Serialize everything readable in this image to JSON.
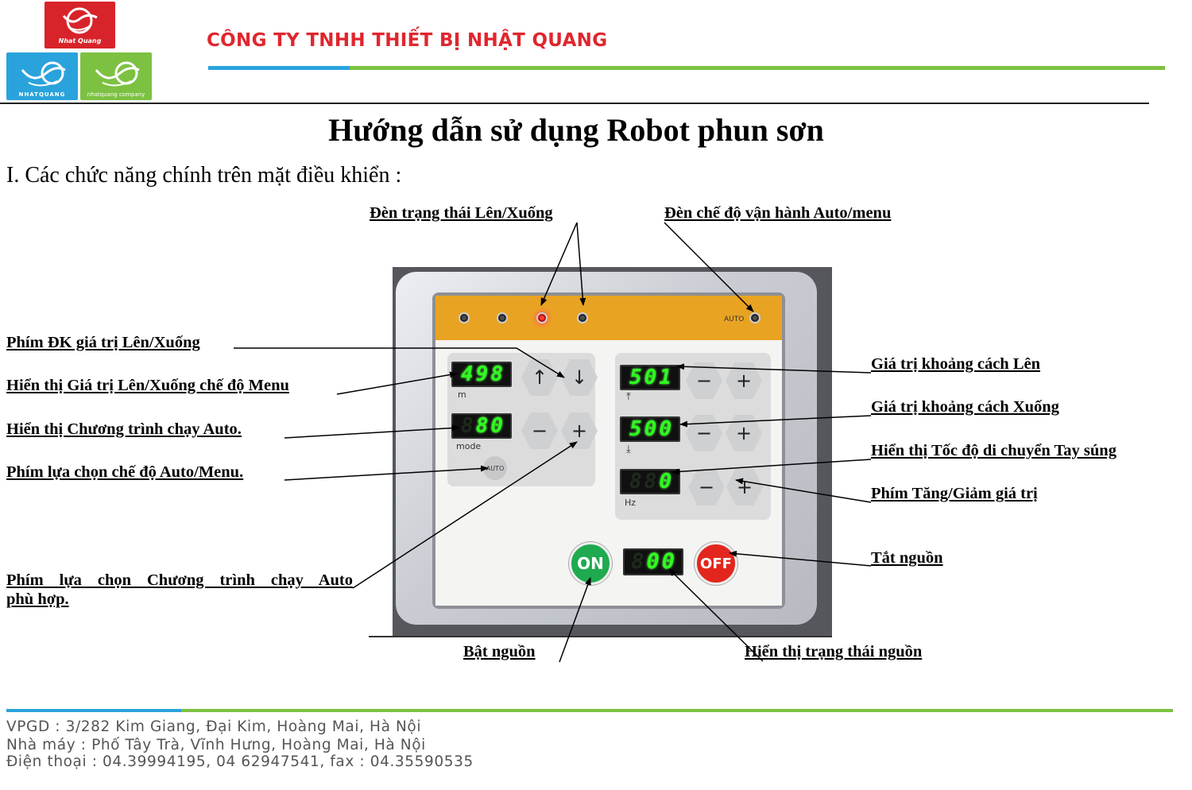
{
  "header": {
    "company_name": "CÔNG TY TNHH THIẾT BỊ NHẬT QUANG",
    "logos": [
      {
        "text": "Nhat Quang",
        "color": "#d8232a"
      },
      {
        "text": "NHATQUANG",
        "color": "#2aa3dc"
      },
      {
        "text": "nhatquang company",
        "color": "#7dc142"
      }
    ]
  },
  "document": {
    "title": "Hướng dẫn sử dụng Robot phun sơn",
    "section_heading": "I. Các chức năng chính trên mặt điều khiển :"
  },
  "labels": {
    "status_led": "Đèn trạng thái Lên/Xuống",
    "mode_led": "Đèn chế độ vận hành Auto/menu",
    "updown_keys": "Phím ĐK giá trị Lên/Xuống",
    "updown_display": "Hiển thị Giá trị Lên/Xuống chế độ Menu",
    "program_display": "Hiển thị Chương trình chạy Auto.",
    "mode_select_key": "Phím lựa chọn chế độ Auto/Menu.",
    "program_select_key_line1": "Phím lựa chọn Chương trình chạy Auto",
    "program_select_key_line2": "phù hợp.",
    "up_distance": "Giá trị khoảng cách Lên",
    "down_distance": "Giá trị khoảng cách Xuống",
    "gun_speed": "Hiển thị Tốc độ di chuyển Tay súng",
    "inc_dec_keys": "Phím Tăng/Giảm giá trị",
    "power_off": "Tắt nguồn",
    "power_on": "Bật nguồn",
    "power_status": "Hiển thị trạng thái nguồn"
  },
  "panel": {
    "auto_indicator_label": "AUTO",
    "updown_value": "498",
    "updown_unit": "m",
    "program_value": "80",
    "program_unit": "mode",
    "auto_button": "AUTO",
    "up_value": "501",
    "up_symbol": "⤒",
    "down_value": "500",
    "down_symbol": "⤓",
    "speed_value": "0",
    "speed_unit": "Hz",
    "power_value": "00",
    "on_label": "ON",
    "off_label": "OFF",
    "up_arrow": "↑",
    "down_arrow": "↓",
    "minus": "−",
    "plus": "+",
    "accent_color": "#e9a322"
  },
  "footer": {
    "office": "VPGD : 3/282 Kim Giang, Đại Kim, Hoàng Mai, Hà Nội",
    "factory": "Nhà máy : Phố Tây Trà, Vĩnh Hưng, Hoàng Mai, Hà Nội",
    "phone": "Điện thoại : 04.39994195, 04 62947541, fax : 04.35590535"
  }
}
